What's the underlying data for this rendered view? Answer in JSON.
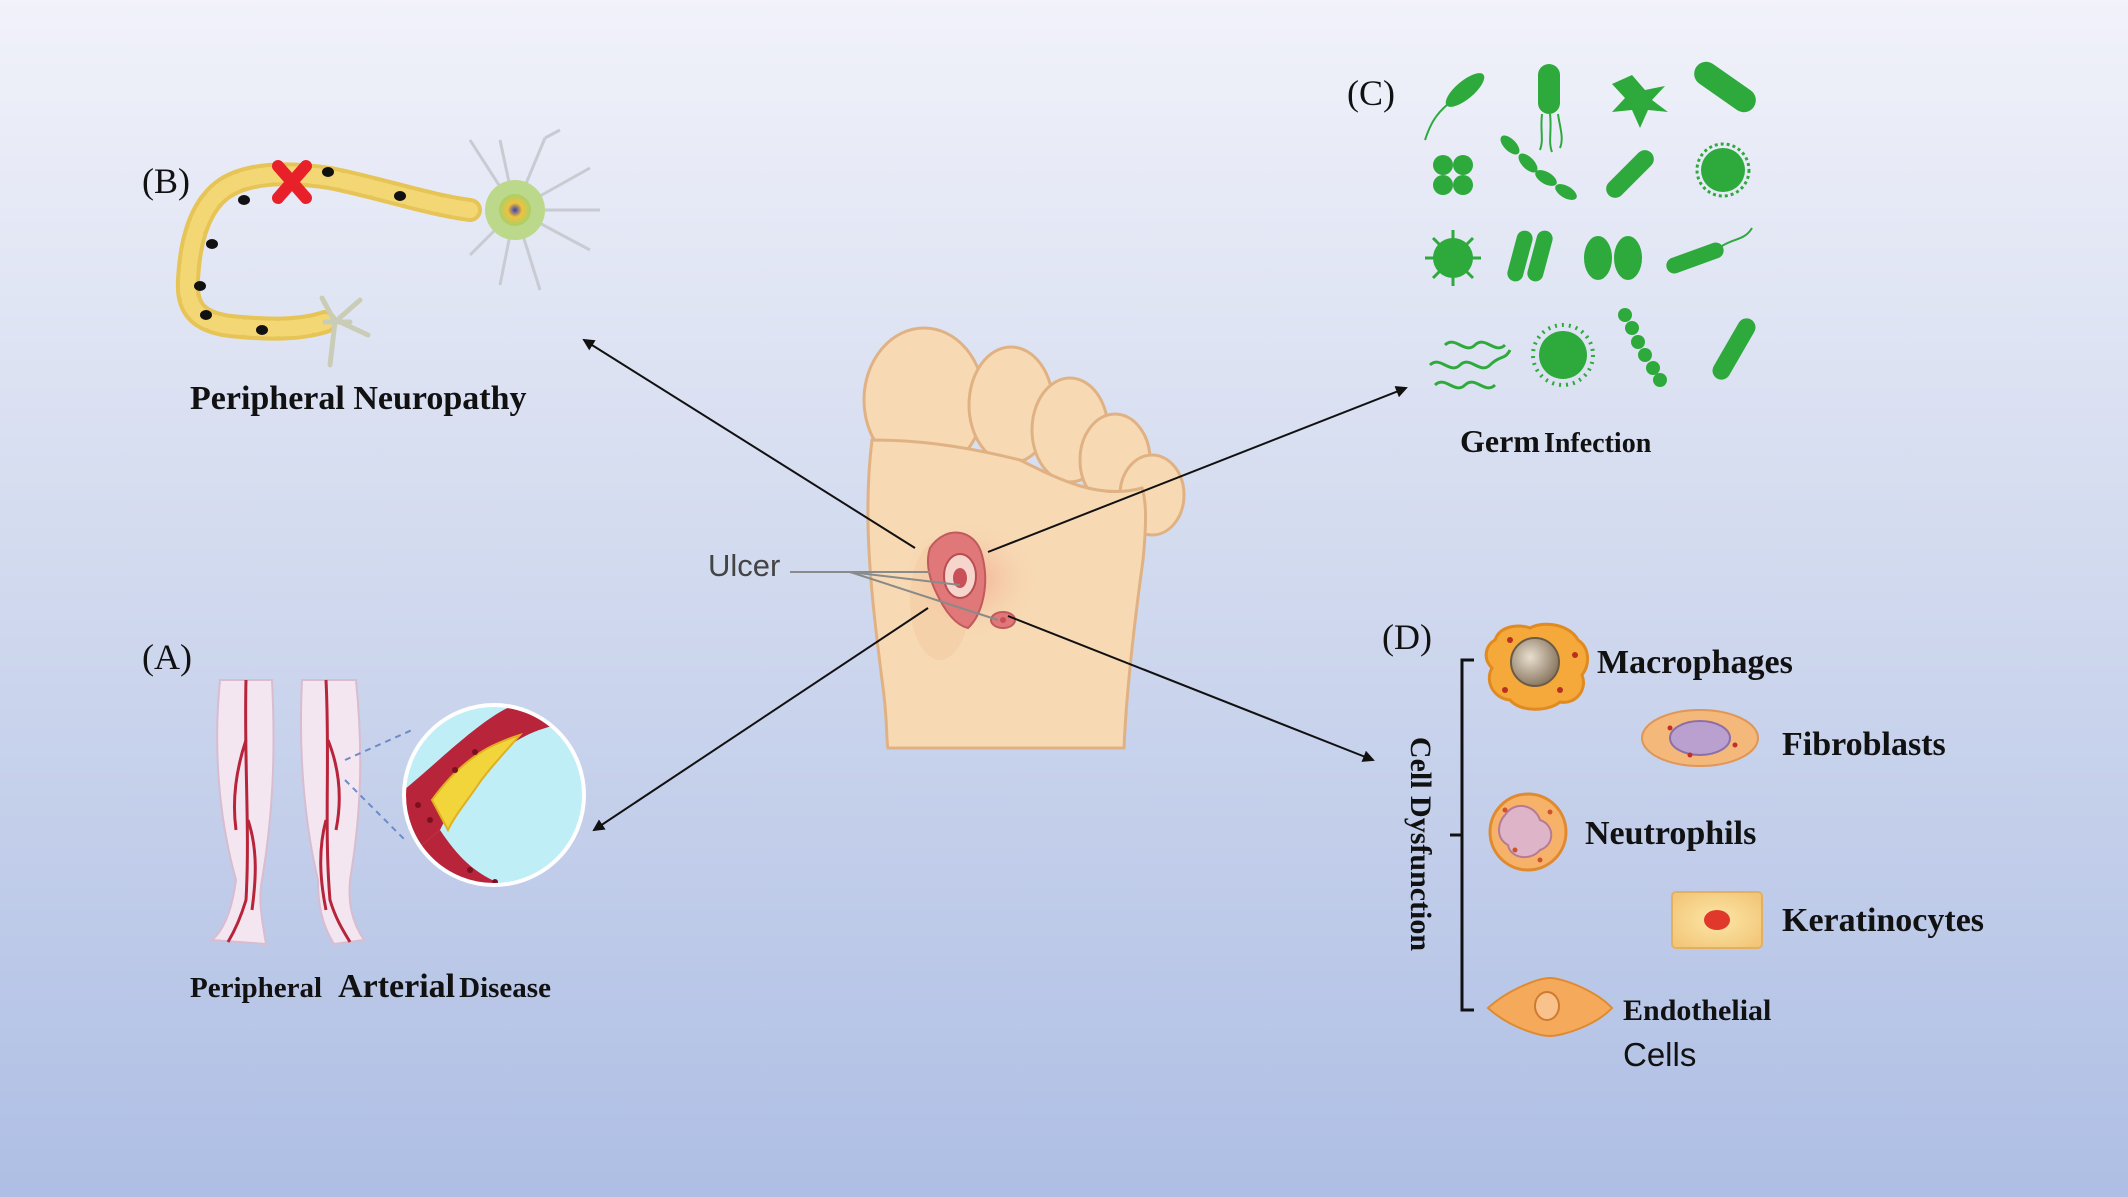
{
  "center": {
    "ulcer_label": "Ulcer"
  },
  "panels": {
    "a": {
      "tag": "(A)",
      "title_word1": "Peripheral",
      "title_word2": "Arterial",
      "title_word3": "Disease"
    },
    "b": {
      "tag": "(B)",
      "title": "Peripheral Neuropathy"
    },
    "c": {
      "tag": "(C)",
      "title_word1": "Germ",
      "title_word2": "Infection"
    },
    "d": {
      "tag": "(D)",
      "group_label": "Cell  Dysfunction",
      "cells": {
        "macrophages": "Macrophages",
        "fibroblasts": "Fibroblasts",
        "neutrophils": "Neutrophils",
        "keratinocytes": "Keratinocytes",
        "endothelial_line1": "Endothelial",
        "endothelial_line2": "Cells"
      }
    }
  },
  "colors": {
    "skin": "#f7d9b4",
    "skin_outline": "#e0b283",
    "ulcer": "#e0787a",
    "artery": "#b8243a",
    "plaque": "#f2d53b",
    "germ": "#2eaa3c",
    "nerve": "#f2d774",
    "lesion_x": "#e8202a"
  }
}
